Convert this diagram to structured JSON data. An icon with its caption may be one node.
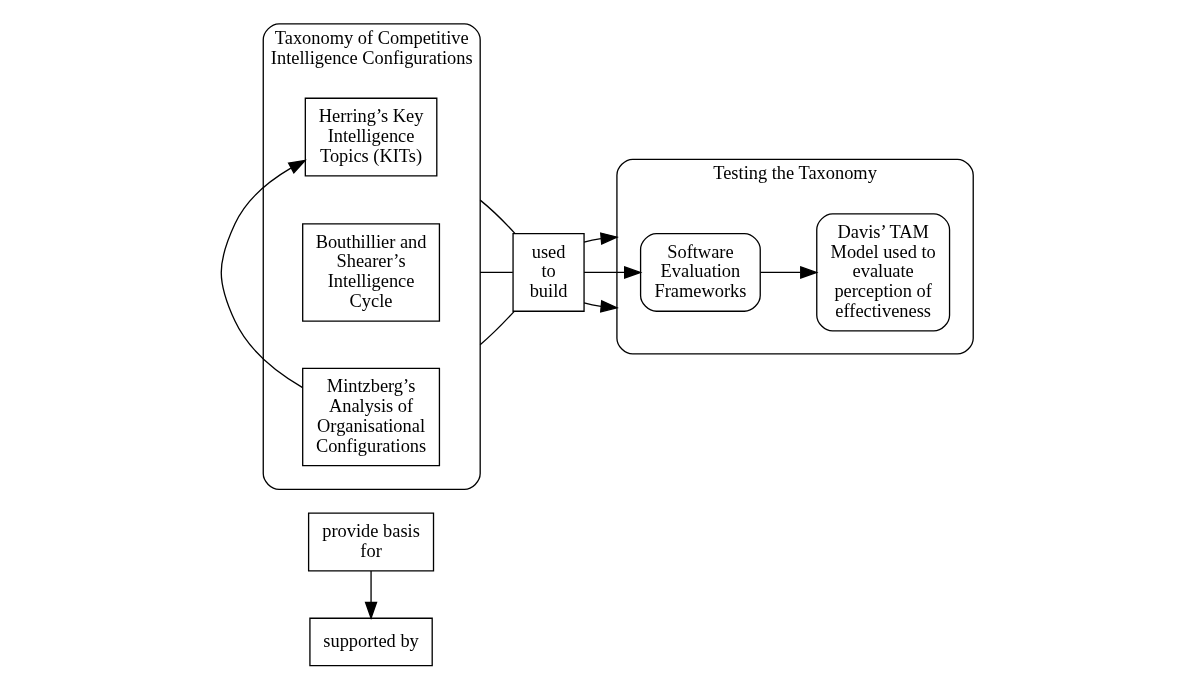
{
  "diagram": {
    "nodes": [
      {
        "text": [
          "provide basis for"
        ]
      },
      {
        "text": [
          "supported by"
        ]
      },
      {
        "text": [
          "Taxonomy of Competitive Intelligence Configurations"
        ]
      },
      {
        "text": [
          "Mintzberg’s Analysis of Organisational Configurations"
        ],
        "in": 2
      },
      {
        "text": [
          "Bouthillier and Shearer’s Intelligence Cycle"
        ],
        "in": 2
      },
      {
        "text": [
          "Herring’s Key Intelligence Topics (KITs)"
        ],
        "in": 2
      },
      {
        "text": [
          "used to build"
        ]
      },
      {
        "text": [
          "Testing the Taxonomy"
        ]
      },
      {
        "text": [
          "Software Evaluation Frameworks"
        ],
        "in": 7
      },
      {
        "text": [
          "Davis’ TAM Model used to evaluate perception of effectiveness"
        ],
        "in": 7
      }
    ],
    "edges": [
      {
        "from": 0,
        "to": 1,
        "arrow": "to"
      },
      {
        "from": 3,
        "to": 5,
        "arrow": "to"
      },
      {
        "from": 2,
        "to": 6,
        "arrow": "none"
      },
      {
        "from": 2,
        "to": 6,
        "arrow": "none"
      },
      {
        "from": 2,
        "to": 6,
        "arrow": "none"
      },
      {
        "from": 6,
        "to": 7,
        "arrow": "to"
      },
      {
        "from": 6,
        "to": 8,
        "arrow": "to"
      },
      {
        "from": 6,
        "to": 7,
        "arrow": "to"
      },
      {
        "from": 8,
        "to": 9,
        "arrow": "to"
      }
    ]
  }
}
